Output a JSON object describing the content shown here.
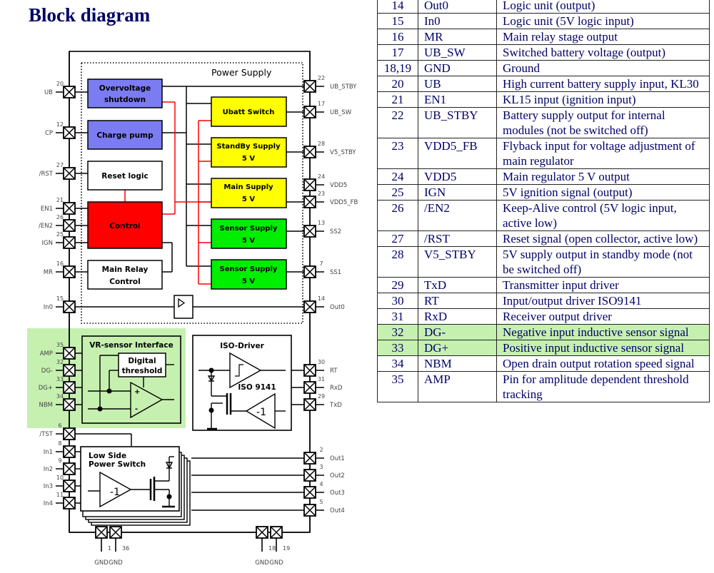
{
  "heading": "Block diagram",
  "colors": {
    "heading": "#000066",
    "overvoltage_fill": "#7b7bf2",
    "charge_pump_fill": "#7b7bf2",
    "control_fill": "#ff0000",
    "supply_yellow": "#ffff00",
    "supply_green": "#00ee00",
    "vr_highlight": "#c6f0b0",
    "red_wire": "#ff0000"
  },
  "diagram": {
    "power_supply_label": "Power Supply",
    "blocks": {
      "overvoltage": [
        "Overvoltage",
        "shutdown"
      ],
      "charge_pump": "Charge pump",
      "reset_logic": "Reset logic",
      "control": "Control",
      "main_relay": [
        "Main Relay",
        "Control"
      ],
      "ubatt_switch": "Ubatt Switch",
      "standby_supply": [
        "StandBy Supply",
        "5 V"
      ],
      "main_supply": [
        "Main Supply",
        "5 V"
      ],
      "sensor_supply_1": [
        "Sensor Supply",
        "5 V"
      ],
      "sensor_supply_2": [
        "Sensor Supply",
        "5 V"
      ],
      "vr_sensor": "VR-sensor Interface",
      "digital_threshold": [
        "Digital",
        "threshold"
      ],
      "iso_driver": "ISO-Driver",
      "iso_9141": "ISO 9141",
      "low_side": [
        "Low Side",
        "Power Switch"
      ],
      "inverter": "-1",
      "plus": "+",
      "minus": "-"
    },
    "left_pins": [
      {
        "num": "20",
        "name": "UB"
      },
      {
        "num": "12",
        "name": "CP"
      },
      {
        "num": "27",
        "name": "/RST"
      },
      {
        "num": "21",
        "name": "EN1"
      },
      {
        "num": "26",
        "name": "/EN2"
      },
      {
        "num": "25",
        "name": "IGN"
      },
      {
        "num": "16",
        "name": "MR"
      },
      {
        "num": "15",
        "name": "In0"
      },
      {
        "num": "35",
        "name": "AMP"
      },
      {
        "num": "32",
        "name": "DG-"
      },
      {
        "num": "33",
        "name": "DG+"
      },
      {
        "num": "34",
        "name": "NBM"
      },
      {
        "num": "6",
        "name": "/TST"
      },
      {
        "num": "8",
        "name": "In1"
      },
      {
        "num": "9",
        "name": "In2"
      },
      {
        "num": "10",
        "name": "In3"
      },
      {
        "num": "11",
        "name": "In4"
      }
    ],
    "right_pins": [
      {
        "num": "22",
        "name": "UB_STBY"
      },
      {
        "num": "17",
        "name": "UB_SW"
      },
      {
        "num": "28",
        "name": "V5_STBY"
      },
      {
        "num": "24",
        "name": "VDD5"
      },
      {
        "num": "23",
        "name": "VDD5_FB"
      },
      {
        "num": "13",
        "name": "SS2"
      },
      {
        "num": "7",
        "name": "SS1"
      },
      {
        "num": "14",
        "name": "Out0"
      },
      {
        "num": "30",
        "name": "RT"
      },
      {
        "num": "31",
        "name": "RxD"
      },
      {
        "num": "29",
        "name": "TxD"
      },
      {
        "num": "2",
        "name": "Out1"
      },
      {
        "num": "3",
        "name": "Out2"
      },
      {
        "num": "4",
        "name": "Out3"
      },
      {
        "num": "5",
        "name": "Out4"
      }
    ],
    "bottom_pins": [
      {
        "num": "1",
        "name": "GND"
      },
      {
        "num": "36",
        "name": "GND"
      },
      {
        "num": "18",
        "name": "GND"
      },
      {
        "num": "19",
        "name": "GND"
      }
    ]
  },
  "pin_table": {
    "rows": [
      {
        "pin": "14",
        "name": "Out0",
        "desc": "Logic unit (output)",
        "highlight": false
      },
      {
        "pin": "15",
        "name": "In0",
        "desc": "Logic unit (5V logic input)",
        "highlight": false
      },
      {
        "pin": "16",
        "name": "MR",
        "desc": "Main relay stage output",
        "highlight": false
      },
      {
        "pin": "17",
        "name": "UB_SW",
        "desc": "Switched battery voltage (output)",
        "highlight": false
      },
      {
        "pin": "18,19",
        "name": "GND",
        "desc": "Ground",
        "highlight": false
      },
      {
        "pin": "20",
        "name": "UB",
        "desc": "High current battery supply input, KL30",
        "highlight": false
      },
      {
        "pin": "21",
        "name": "EN1",
        "desc": "KL15 input (ignition input)",
        "highlight": false
      },
      {
        "pin": "22",
        "name": "UB_STBY",
        "desc": "Battery supply output for internal modules (not be switched off)",
        "highlight": false
      },
      {
        "pin": "23",
        "name": "VDD5_FB",
        "desc": "Flyback input for voltage adjustment of main regulator",
        "highlight": false
      },
      {
        "pin": "24",
        "name": "VDD5",
        "desc": "Main regulator 5 V output",
        "highlight": false
      },
      {
        "pin": "25",
        "name": "IGN",
        "desc": "5V ignition signal (output)",
        "highlight": false
      },
      {
        "pin": "26",
        "name": "/EN2",
        "desc": "Keep-Alive control (5V logic input, active low)",
        "highlight": false
      },
      {
        "pin": "27",
        "name": "/RST",
        "desc": "Reset signal (open collector, active low)",
        "highlight": false
      },
      {
        "pin": "28",
        "name": "V5_STBY",
        "desc": "5V supply output in standby mode (not be switched off)",
        "highlight": false
      },
      {
        "pin": "29",
        "name": "TxD",
        "desc": "Transmitter input driver",
        "highlight": false
      },
      {
        "pin": "30",
        "name": "RT",
        "desc": "Input/output driver ISO9141",
        "highlight": false
      },
      {
        "pin": "31",
        "name": "RxD",
        "desc": "Receiver output driver",
        "highlight": false
      },
      {
        "pin": "32",
        "name": "DG-",
        "desc": "Negative input inductive sensor signal",
        "highlight": true
      },
      {
        "pin": "33",
        "name": "DG+",
        "desc": "Positive input inductive sensor signal",
        "highlight": true
      },
      {
        "pin": "34",
        "name": "NBM",
        "desc": "Open drain output rotation speed signal",
        "highlight": false
      },
      {
        "pin": "35",
        "name": "AMP",
        "desc": "Pin for amplitude dependent threshold tracking",
        "highlight": false
      }
    ]
  }
}
